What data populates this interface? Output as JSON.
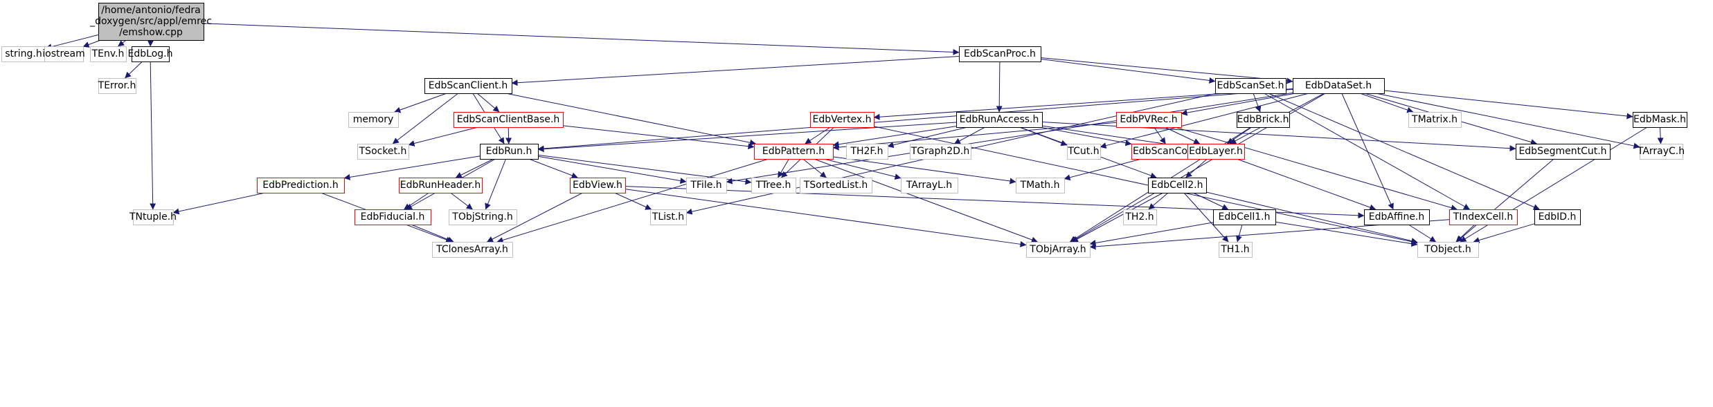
{
  "colors": {
    "edge": "#191970",
    "root_fill": "#bfbfbf",
    "normal_border": "#000000",
    "gray_border": "#bfbfbf",
    "red_border": "#ff0000",
    "text": "#000000"
  },
  "nodes": [
    {
      "id": "root",
      "label": "/home/antonio/fedra\n_doxygen/src/appl/emrec\n/emshow.cpp",
      "style": "root"
    },
    {
      "id": "string",
      "label": "string.h",
      "style": "gray"
    },
    {
      "id": "iostream",
      "label": "iostream",
      "style": "gray"
    },
    {
      "id": "tenv",
      "label": "TEnv.h",
      "style": "gray"
    },
    {
      "id": "edblog",
      "label": "EdbLog.h",
      "style": "normal"
    },
    {
      "id": "terror",
      "label": "TError.h",
      "style": "gray"
    },
    {
      "id": "tntuple",
      "label": "TNtuple.h",
      "style": "gray"
    },
    {
      "id": "scanproc",
      "label": "EdbScanProc.h",
      "style": "normal"
    },
    {
      "id": "scanclient",
      "label": "EdbScanClient.h",
      "style": "normal"
    },
    {
      "id": "scanset",
      "label": "EdbScanSet.h",
      "style": "normal"
    },
    {
      "id": "dataset",
      "label": "EdbDataSet.h",
      "style": "normal"
    },
    {
      "id": "memory",
      "label": "memory",
      "style": "gray"
    },
    {
      "id": "scanclientbase",
      "label": "EdbScanClientBase.h",
      "style": "red"
    },
    {
      "id": "tsocket",
      "label": "TSocket.h",
      "style": "gray"
    },
    {
      "id": "edbrun",
      "label": "EdbRun.h",
      "style": "normal"
    },
    {
      "id": "edbvertex",
      "label": "EdbVertex.h",
      "style": "red"
    },
    {
      "id": "runaccess",
      "label": "EdbRunAccess.h",
      "style": "normal"
    },
    {
      "id": "pvrec",
      "label": "EdbPVRec.h",
      "style": "red"
    },
    {
      "id": "brick",
      "label": "EdbBrick.h",
      "style": "normal"
    },
    {
      "id": "tmatrix",
      "label": "TMatrix.h",
      "style": "gray"
    },
    {
      "id": "edbmask",
      "label": "EdbMask.h",
      "style": "normal"
    },
    {
      "id": "tarrayc",
      "label": "TArrayC.h",
      "style": "gray"
    },
    {
      "id": "segmentcut",
      "label": "EdbSegmentCut.h",
      "style": "normal"
    },
    {
      "id": "pattern",
      "label": "EdbPattern.h",
      "style": "red"
    },
    {
      "id": "th2f",
      "label": "TH2F.h",
      "style": "gray"
    },
    {
      "id": "tgraph2d",
      "label": "TGraph2D.h",
      "style": "gray"
    },
    {
      "id": "tcut",
      "label": "TCut.h",
      "style": "gray"
    },
    {
      "id": "scancond",
      "label": "EdbScanCond.h",
      "style": "red"
    },
    {
      "id": "edblayer",
      "label": "EdbLayer.h",
      "style": "red"
    },
    {
      "id": "prediction",
      "label": "EdbPrediction.h",
      "style": "red"
    },
    {
      "id": "runheader",
      "label": "EdbRunHeader.h",
      "style": "red"
    },
    {
      "id": "edbview",
      "label": "EdbView.h",
      "style": "red"
    },
    {
      "id": "tfile",
      "label": "TFile.h",
      "style": "gray"
    },
    {
      "id": "ttree",
      "label": "TTree.h",
      "style": "gray"
    },
    {
      "id": "tsortedlist",
      "label": "TSortedList.h",
      "style": "gray"
    },
    {
      "id": "tarrayl",
      "label": "TArrayL.h",
      "style": "gray"
    },
    {
      "id": "tmath",
      "label": "TMath.h",
      "style": "gray"
    },
    {
      "id": "cell2",
      "label": "EdbCell2.h",
      "style": "normal"
    },
    {
      "id": "fiducial",
      "label": "EdbFiducial.h",
      "style": "red"
    },
    {
      "id": "tobjstring",
      "label": "TObjString.h",
      "style": "gray"
    },
    {
      "id": "tlist",
      "label": "TList.h",
      "style": "gray"
    },
    {
      "id": "th2",
      "label": "TH2.h",
      "style": "gray"
    },
    {
      "id": "cell1",
      "label": "EdbCell1.h",
      "style": "normal"
    },
    {
      "id": "edbaffine",
      "label": "EdbAffine.h",
      "style": "normal"
    },
    {
      "id": "tindexcell",
      "label": "TIndexCell.h",
      "style": "red"
    },
    {
      "id": "edbid",
      "label": "EdbID.h",
      "style": "normal"
    },
    {
      "id": "tclonesarray",
      "label": "TClonesArray.h",
      "style": "gray"
    },
    {
      "id": "tobjarray",
      "label": "TObjArray.h",
      "style": "gray"
    },
    {
      "id": "th1",
      "label": "TH1.h",
      "style": "gray"
    },
    {
      "id": "tobject",
      "label": "TObject.h",
      "style": "gray"
    }
  ],
  "edges": [
    [
      "root",
      "string"
    ],
    [
      "root",
      "iostream"
    ],
    [
      "root",
      "tenv"
    ],
    [
      "root",
      "edblog"
    ],
    [
      "root",
      "scanproc"
    ],
    [
      "edblog",
      "terror"
    ],
    [
      "edblog",
      "tntuple"
    ],
    [
      "scanproc",
      "scanclient"
    ],
    [
      "scanproc",
      "scanset"
    ],
    [
      "scanproc",
      "dataset"
    ],
    [
      "scanproc",
      "runaccess"
    ],
    [
      "scanclient",
      "memory"
    ],
    [
      "scanclient",
      "scanclientbase"
    ],
    [
      "scanclient",
      "tsocket"
    ],
    [
      "scanclient",
      "edbrun"
    ],
    [
      "scanclient",
      "pattern"
    ],
    [
      "scanclientbase",
      "tsocket"
    ],
    [
      "scanclientbase",
      "edbrun"
    ],
    [
      "scanclientbase",
      "pattern"
    ],
    [
      "scanset",
      "brick"
    ],
    [
      "scanset",
      "tindexcell"
    ],
    [
      "scanset",
      "edbid"
    ],
    [
      "scanset",
      "tlist"
    ],
    [
      "dataset",
      "edbvertex"
    ],
    [
      "dataset",
      "pvrec"
    ],
    [
      "dataset",
      "tmatrix"
    ],
    [
      "dataset",
      "edbmask"
    ],
    [
      "dataset",
      "tarrayc"
    ],
    [
      "dataset",
      "segmentcut"
    ],
    [
      "dataset",
      "edbrun"
    ],
    [
      "dataset",
      "tcut"
    ],
    [
      "dataset",
      "edblayer"
    ],
    [
      "dataset",
      "edbaffine"
    ],
    [
      "dataset",
      "tobjarray"
    ],
    [
      "dataset",
      "tfile"
    ],
    [
      "edbvertex",
      "pattern"
    ],
    [
      "edbvertex",
      "ttree"
    ],
    [
      "edbvertex",
      "tobject"
    ],
    [
      "runaccess",
      "edbrun"
    ],
    [
      "runaccess",
      "pattern"
    ],
    [
      "runaccess",
      "th2f"
    ],
    [
      "runaccess",
      "tgraph2d"
    ],
    [
      "runaccess",
      "tcut"
    ],
    [
      "runaccess",
      "scancond"
    ],
    [
      "runaccess",
      "edblayer"
    ],
    [
      "runaccess",
      "cell2"
    ],
    [
      "runaccess",
      "segmentcut"
    ],
    [
      "pvrec",
      "pattern"
    ],
    [
      "pvrec",
      "scancond"
    ],
    [
      "pvrec",
      "edblayer"
    ],
    [
      "pvrec",
      "tindexcell"
    ],
    [
      "brick",
      "edblayer"
    ],
    [
      "brick",
      "tobjarray"
    ],
    [
      "edbmask",
      "tarrayc"
    ],
    [
      "edbmask",
      "tobject"
    ],
    [
      "segmentcut",
      "tobject"
    ],
    [
      "pattern",
      "ttree"
    ],
    [
      "pattern",
      "tsortedlist"
    ],
    [
      "pattern",
      "tarrayl"
    ],
    [
      "pattern",
      "tmath"
    ],
    [
      "pattern",
      "tclonesarray"
    ],
    [
      "pattern",
      "tobjarray"
    ],
    [
      "scancond",
      "tmath"
    ],
    [
      "edblayer",
      "cell2"
    ],
    [
      "edblayer",
      "edbaffine"
    ],
    [
      "edbrun",
      "prediction"
    ],
    [
      "edbrun",
      "runheader"
    ],
    [
      "edbrun",
      "edbview"
    ],
    [
      "edbrun",
      "tfile"
    ],
    [
      "edbrun",
      "ttree"
    ],
    [
      "edbrun",
      "tobjstring"
    ],
    [
      "edbrun",
      "fiducial"
    ],
    [
      "prediction",
      "tntuple"
    ],
    [
      "prediction",
      "tclonesarray"
    ],
    [
      "runheader",
      "fiducial"
    ],
    [
      "runheader",
      "tobjstring"
    ],
    [
      "edbview",
      "tlist"
    ],
    [
      "edbview",
      "tclonesarray"
    ],
    [
      "edbview",
      "tobjarray"
    ],
    [
      "edbview",
      "edbaffine"
    ],
    [
      "fiducial",
      "tclonesarray"
    ],
    [
      "cell2",
      "th2"
    ],
    [
      "cell2",
      "cell1"
    ],
    [
      "cell2",
      "tobjarray"
    ],
    [
      "cell2",
      "th1"
    ],
    [
      "cell2",
      "tobject"
    ],
    [
      "cell1",
      "th1"
    ],
    [
      "cell1",
      "tobjarray"
    ],
    [
      "cell1",
      "tobject"
    ],
    [
      "edbaffine",
      "tobject"
    ],
    [
      "tindexcell",
      "tobjarray"
    ],
    [
      "tindexcell",
      "tobject"
    ],
    [
      "edbid",
      "tobject"
    ]
  ]
}
